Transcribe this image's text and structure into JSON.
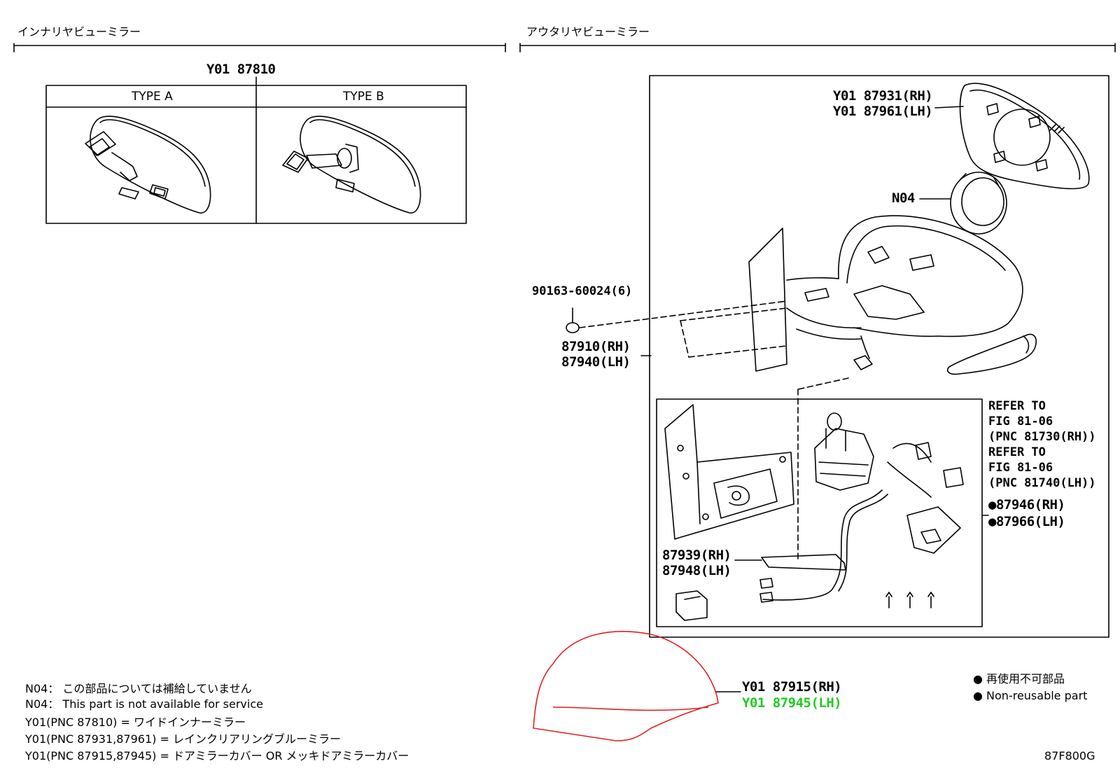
{
  "sections": {
    "inner_title": "インナリヤビューミラー",
    "outer_title": "アウタリヤビューミラー"
  },
  "inner": {
    "part_number": "Y01 87810",
    "type_a": "TYPE A",
    "type_b": "TYPE B"
  },
  "outer": {
    "mirror_rh": "Y01 87931(RH)",
    "mirror_lh": "Y01 87961(LH)",
    "n04": "N04",
    "screw": "90163-60024(6)",
    "assy_rh": "87910(RH)",
    "assy_lh": "87940(LH)",
    "refer1_a": "REFER TO",
    "refer1_b": "FIG 81-06",
    "refer1_c": "(PNC 81730(RH))",
    "refer2_a": "REFER TO",
    "refer2_b": "FIG 81-06",
    "refer2_c": "(PNC 81740(LH))",
    "motor_rh": "●87946(RH)",
    "motor_lh": "●87966(LH)",
    "lamp_rh": "87939(RH)",
    "lamp_lh": "87948(LH)",
    "cover_rh": "Y01 87915(RH)",
    "cover_lh": "Y01 87945(LH)"
  },
  "notes": {
    "n04_jp": "N04： この部品については補給していません",
    "n04_en": "N04： This part is not available for service",
    "y01_a": "Y01(PNC 87810) = ワイドインナーミラー",
    "y01_b": "Y01(PNC 87931,87961) = レインクリアリングブルーミラー",
    "y01_c": "Y01(PNC 87915,87945) = ドアミラーカバー OR メッキドアミラーカバー",
    "legend_jp": "● 再使用不可部品",
    "legend_en": "● Non-reusable part",
    "figure_code": "87F800G"
  },
  "colors": {
    "highlight_red": "#e02020",
    "highlight_green": "#22cc22",
    "line": "#000000"
  }
}
